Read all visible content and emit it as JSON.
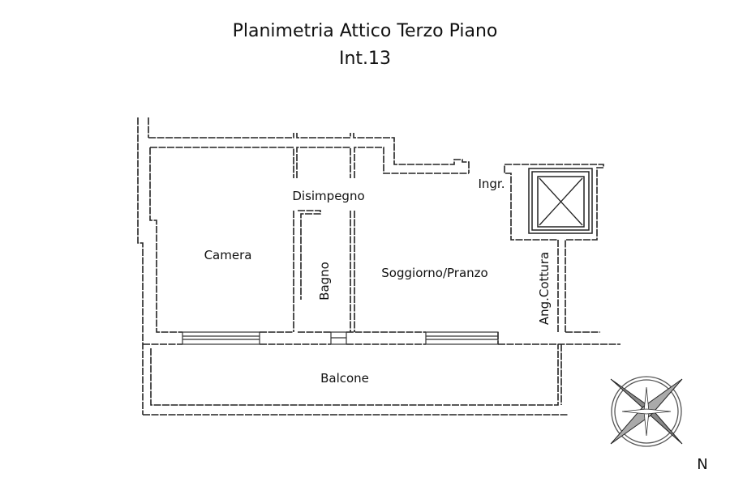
{
  "title": {
    "line1": "Planimetria Attico Terzo Piano",
    "line2": "Int.13"
  },
  "rooms": {
    "camera": "Camera",
    "disimpegno": "Disimpegno",
    "bagno": "Bagno",
    "soggiorno": "Soggiorno/Pranzo",
    "ingresso": "Ingr.",
    "angolo_cottura": "Ang.Cottura",
    "balcone": "Balcone"
  },
  "compass": {
    "label": "N"
  }
}
